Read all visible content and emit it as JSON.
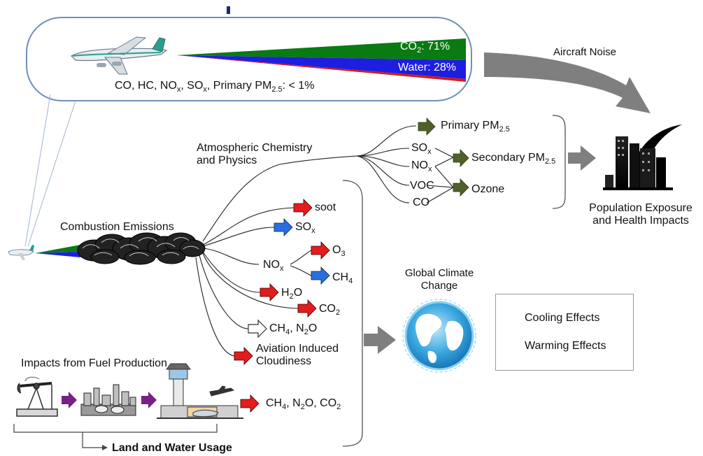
{
  "colors": {
    "co2_green": "#0a7a12",
    "water_blue": "#1e1ee0",
    "other_red": "#d81818",
    "warming_arrow": "#e41c1c",
    "cooling_arrow": "#2a6fe0",
    "olive_arrow": "#4f6128",
    "gray_arrow": "#7f7f7f",
    "fuel_arrow": "#7a1f8a",
    "panel_border": "#6f8fb5"
  },
  "icons": [
    "airplane-icon",
    "oil-pump-icon",
    "refinery-icon",
    "airport-icon",
    "city-buildings-icon",
    "globe-icon",
    "exhaust-plume-icon"
  ],
  "emission_panel": {
    "co2_label": "CO",
    "co2_sub": "2",
    "co2_value": ": 71%",
    "water_label": "Water: 28%",
    "others": {
      "p1": "CO, HC, NO",
      "s1": "x",
      "p2": ", SO",
      "s2": "x",
      "p3": ", Primary PM",
      "s3": "2.5",
      "p4": ": < 1%"
    }
  },
  "aircraft_noise": "Aircraft Noise",
  "atmospheric": {
    "line1": "Atmospheric Chemistry",
    "line2": "and Physics"
  },
  "primary_pm": {
    "text": "Primary PM",
    "sub": "2.5"
  },
  "sox": {
    "text": "SO",
    "sub": "x"
  },
  "nox": {
    "text": "NO",
    "sub": "x"
  },
  "voc": "VOC",
  "co": "CO",
  "secondary_pm": {
    "text": "Secondary PM",
    "sub": "2.5"
  },
  "ozone": "Ozone",
  "population": {
    "line1": "Population Exposure",
    "line2": "and Health Impacts"
  },
  "combustion": "Combustion Emissions",
  "climate_branches": {
    "soot": "soot",
    "sox": {
      "text": "SO",
      "sub": "x"
    },
    "nox": {
      "text": "NO",
      "sub": "x"
    },
    "o3": {
      "text": "O",
      "sub": "3"
    },
    "ch4": {
      "text": "CH",
      "sub": "4"
    },
    "h2o": {
      "p1": "H",
      "sub": "2",
      "p2": "O"
    },
    "co2": {
      "text": "CO",
      "sub": "2"
    },
    "ch4_n2o": {
      "p1": "CH",
      "s1": "4",
      "p2": ", N",
      "s2": "2",
      "p3": "O"
    },
    "aic1": "Aviation Induced",
    "aic2": "Cloudiness"
  },
  "global_climate": {
    "line1": "Global Climate",
    "line2": "Change"
  },
  "legend": {
    "cooling": "Cooling Effects",
    "warming": "Warming Effects"
  },
  "fuel_production": "Impacts from Fuel Production",
  "fuel_emissions": {
    "p1": "CH",
    "s1": "4",
    "p2": ", N",
    "s2": "2",
    "p3": "O, CO",
    "s3": "2"
  },
  "land_water": "Land and Water Usage"
}
